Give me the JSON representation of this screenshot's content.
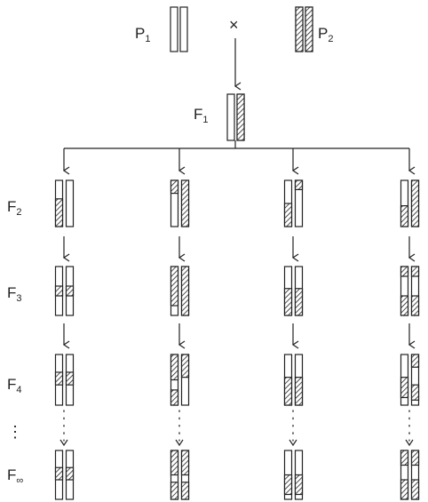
{
  "labels": {
    "p1": {
      "main": "P",
      "sub": "1"
    },
    "p2": {
      "main": "P",
      "sub": "2"
    },
    "f1": {
      "main": "F",
      "sub": "1"
    },
    "f2": {
      "main": "F",
      "sub": "2"
    },
    "f3": {
      "main": "F",
      "sub": "3"
    },
    "f4": {
      "main": "F",
      "sub": "4"
    },
    "finf": {
      "main": "F",
      "sub": "∞"
    },
    "cross": "×",
    "ellipsis": "⋮"
  },
  "colors": {
    "line": "#222222",
    "hatch": "#222222",
    "background": "#ffffff"
  },
  "generations": [
    "F2",
    "F3",
    "F4",
    "F∞"
  ],
  "parents": [
    "P1",
    "P2"
  ]
}
